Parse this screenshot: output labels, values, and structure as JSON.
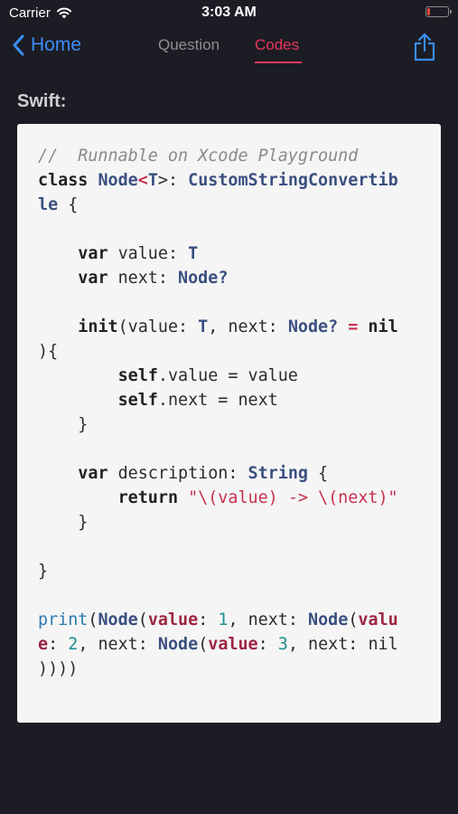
{
  "status": {
    "carrier": "Carrier",
    "time": "3:03 AM"
  },
  "nav": {
    "back_label": "Home",
    "tabs": [
      {
        "label": "Question",
        "active": false
      },
      {
        "label": "Codes",
        "active": true
      }
    ]
  },
  "language_label": "Swift:",
  "code_lines": [
    [
      {
        "t": "//  Runnable on Xcode Playground",
        "c": "comment"
      }
    ],
    [
      {
        "t": "class",
        "c": "kw"
      },
      {
        "t": " ",
        "c": "plain"
      },
      {
        "t": "Node",
        "c": "type"
      },
      {
        "t": "<",
        "c": "red"
      },
      {
        "t": "T",
        "c": "type"
      },
      {
        "t": ">: ",
        "c": "plain"
      },
      {
        "t": "CustomStringConvertib",
        "c": "type"
      }
    ],
    [
      {
        "t": "le",
        "c": "type"
      },
      {
        "t": " {",
        "c": "plain"
      }
    ],
    [],
    [
      {
        "t": "    ",
        "c": "plain"
      },
      {
        "t": "var",
        "c": "kw"
      },
      {
        "t": " value: ",
        "c": "plain"
      },
      {
        "t": "T",
        "c": "type"
      }
    ],
    [
      {
        "t": "    ",
        "c": "plain"
      },
      {
        "t": "var",
        "c": "kw"
      },
      {
        "t": " next: ",
        "c": "plain"
      },
      {
        "t": "Node?",
        "c": "type"
      }
    ],
    [],
    [
      {
        "t": "    ",
        "c": "plain"
      },
      {
        "t": "init",
        "c": "kw"
      },
      {
        "t": "(value: ",
        "c": "plain"
      },
      {
        "t": "T",
        "c": "type"
      },
      {
        "t": ", next: ",
        "c": "plain"
      },
      {
        "t": "Node?",
        "c": "type"
      },
      {
        "t": " = ",
        "c": "red"
      },
      {
        "t": "nil",
        "c": "kw"
      }
    ],
    [
      {
        "t": "){",
        "c": "plain"
      }
    ],
    [
      {
        "t": "        ",
        "c": "plain"
      },
      {
        "t": "self",
        "c": "kw"
      },
      {
        "t": ".value = value",
        "c": "plain"
      }
    ],
    [
      {
        "t": "        ",
        "c": "plain"
      },
      {
        "t": "self",
        "c": "kw"
      },
      {
        "t": ".next = next",
        "c": "plain"
      }
    ],
    [
      {
        "t": "    }",
        "c": "plain"
      }
    ],
    [],
    [
      {
        "t": "    ",
        "c": "plain"
      },
      {
        "t": "var",
        "c": "kw"
      },
      {
        "t": " description: ",
        "c": "plain"
      },
      {
        "t": "String",
        "c": "type"
      },
      {
        "t": " {",
        "c": "plain"
      }
    ],
    [
      {
        "t": "        ",
        "c": "plain"
      },
      {
        "t": "return",
        "c": "kw"
      },
      {
        "t": " ",
        "c": "plain"
      },
      {
        "t": "\"\\(value) -> \\(next)\"",
        "c": "str"
      }
    ],
    [
      {
        "t": "    }",
        "c": "plain"
      }
    ],
    [],
    [
      {
        "t": "}",
        "c": "plain"
      }
    ],
    [],
    [
      {
        "t": "print",
        "c": "fn"
      },
      {
        "t": "(",
        "c": "plain"
      },
      {
        "t": "Node",
        "c": "type"
      },
      {
        "t": "(",
        "c": "plain"
      },
      {
        "t": "value",
        "c": "arg"
      },
      {
        "t": ": ",
        "c": "plain"
      },
      {
        "t": "1",
        "c": "num"
      },
      {
        "t": ", next: ",
        "c": "plain"
      },
      {
        "t": "Node",
        "c": "type"
      },
      {
        "t": "(",
        "c": "plain"
      },
      {
        "t": "valu",
        "c": "arg"
      }
    ],
    [
      {
        "t": "e",
        "c": "arg"
      },
      {
        "t": ": ",
        "c": "plain"
      },
      {
        "t": "2",
        "c": "num"
      },
      {
        "t": ", next: ",
        "c": "plain"
      },
      {
        "t": "Node",
        "c": "type"
      },
      {
        "t": "(",
        "c": "plain"
      },
      {
        "t": "value",
        "c": "arg"
      },
      {
        "t": ": ",
        "c": "plain"
      },
      {
        "t": "3",
        "c": "num"
      },
      {
        "t": ", next: nil",
        "c": "plain"
      }
    ],
    [
      {
        "t": "))))",
        "c": "plain"
      }
    ]
  ],
  "colors": {
    "accent_blue": "#3a8ef6",
    "accent_red": "#e8365d",
    "background": "#1c1c24",
    "card": "#f5f5f5"
  },
  "icons": {
    "wifi": "wifi-icon",
    "battery": "battery-icon",
    "back": "chevron-left-icon",
    "share": "share-icon"
  }
}
